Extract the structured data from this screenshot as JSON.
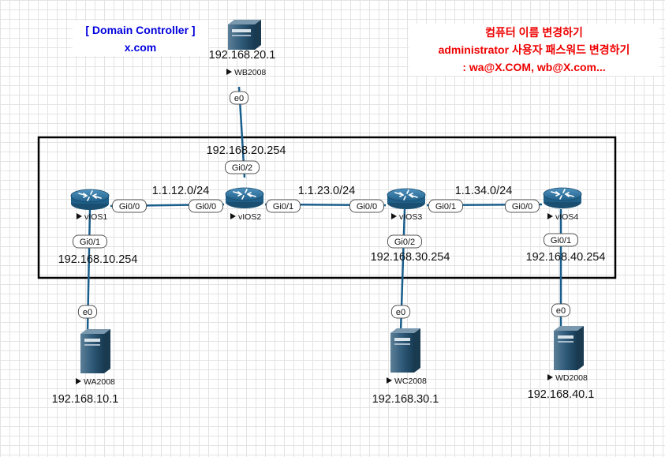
{
  "annotations": {
    "dc_title": "[ Domain Controller ]",
    "dc_domain": "x.com",
    "task_line1": "컴퓨터 이름 변경하기",
    "task_line2": "administrator 사용자 패스워드 변경하기",
    "task_line3": ": wa@X.COM, wb@X.com..."
  },
  "routers": [
    {
      "id": "vIOS1",
      "label": "vIOS1"
    },
    {
      "id": "vIOS2",
      "label": "vIOS2"
    },
    {
      "id": "vIOS3",
      "label": "vIOS3"
    },
    {
      "id": "vIOS4",
      "label": "vIOS4"
    }
  ],
  "servers": [
    {
      "id": "WB2008",
      "label": "WB2008",
      "ip": "192.168.20.1"
    },
    {
      "id": "WA2008",
      "label": "WA2008",
      "ip": "192.168.10.1"
    },
    {
      "id": "WC2008",
      "label": "WC2008",
      "ip": "192.168.30.1"
    },
    {
      "id": "WD2008",
      "label": "WD2008",
      "ip": "192.168.40.1"
    }
  ],
  "links": [
    {
      "from": "vIOS1",
      "to": "vIOS2",
      "from_port": "Gi0/0",
      "to_port": "Gi0/0",
      "network": "1.1.12.0/24"
    },
    {
      "from": "vIOS2",
      "to": "vIOS3",
      "from_port": "Gi0/1",
      "to_port": "Gi0/0",
      "network": "1.1.23.0/24"
    },
    {
      "from": "vIOS3",
      "to": "vIOS4",
      "from_port": "Gi0/1",
      "to_port": "Gi0/0",
      "network": "1.1.34.0/24"
    },
    {
      "from": "vIOS2",
      "to": "WB2008",
      "from_port": "Gi0/2",
      "to_port": "e0",
      "network": "192.168.20.254"
    },
    {
      "from": "vIOS1",
      "to": "WA2008",
      "from_port": "Gi0/1",
      "to_port": "e0",
      "network": "192.168.10.254"
    },
    {
      "from": "vIOS3",
      "to": "WC2008",
      "from_port": "Gi0/2",
      "to_port": "e0",
      "network": "192.168.30.254"
    },
    {
      "from": "vIOS4",
      "to": "WD2008",
      "from_port": "Gi0/1",
      "to_port": "e0",
      "network": "192.168.40.254"
    }
  ],
  "colors": {
    "link": "#1a5e8c",
    "router": "#2a6f97",
    "server": "#2f6b8f",
    "annotation_blue": "#0000dd",
    "annotation_red": "#ee0000"
  }
}
